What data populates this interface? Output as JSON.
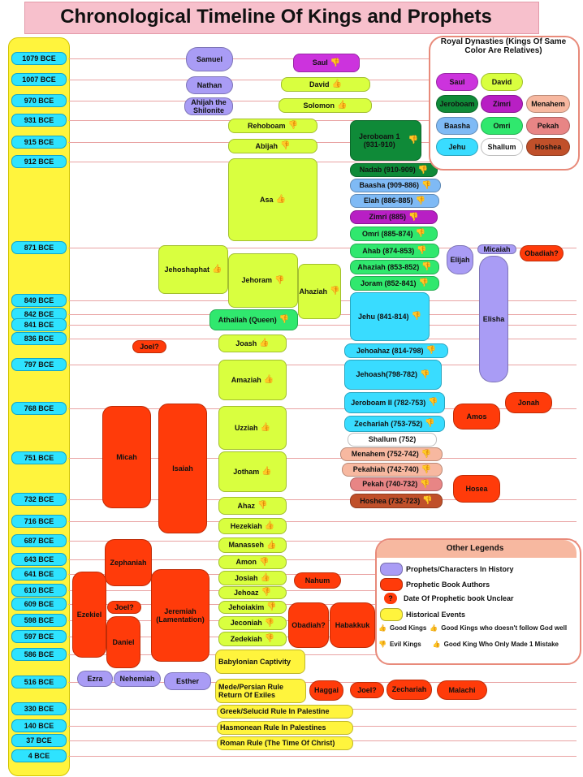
{
  "title": "Chronological Timeline Of Kings and Prophets",
  "colors": {
    "yellow_green": "#d9ff3f",
    "prophet_purple": "#a99cf5",
    "author_red": "#ff3b0a",
    "event_yellow": "#fff43d",
    "year_cyan": "#2ee3ff",
    "saul_magenta": "#cc33dd",
    "jeroboam_green": "#0f8a38",
    "zimri_purple": "#b81fc4",
    "baasha_blue": "#7fbaf5",
    "omri_green": "#30e86e",
    "jehu_cyan": "#39dcff",
    "shallum_white": "#ffffff",
    "menahem_peach": "#f7b8a0",
    "pekah_rose": "#e88585",
    "hoshea_brown": "#c0502a"
  },
  "years": [
    "1079 BCE",
    "1007 BCE",
    "970 BCE",
    "931 BCE",
    "915 BCE",
    "912 BCE",
    "871 BCE",
    "849 BCE",
    "842 BCE",
    "841 BCE",
    "836 BCE",
    "797 BCE",
    "768 BCE",
    "751 BCE",
    "732 BCE",
    "716 BCE",
    "687 BCE",
    "643 BCE",
    "641 BCE",
    "610 BCE",
    "609 BCE",
    "598 BCE",
    "597 BCE",
    "586 BCE",
    "516 BCE",
    "330 BCE",
    "140 BCE",
    "37 BCE",
    "4 BCE"
  ],
  "judah_kings": [
    "Saul",
    "David",
    "Solomon",
    "Rehoboam",
    "Abijah",
    "Asa",
    "Jehoshaphat",
    "Jehoram",
    "Ahaziah",
    "Athaliah (Queen)",
    "Joash",
    "Amaziah",
    "Uzziah",
    "Jotham",
    "Ahaz",
    "Hezekiah",
    "Manasseh",
    "Amon",
    "Josiah",
    "Jehoaz",
    "Jehoiakim",
    "Jeconiah",
    "Zedekiah"
  ],
  "israel_kings": [
    "Jeroboam 1 (931-910)",
    "Nadab (910-909)",
    "Baasha (909-886)",
    "Elah (886-885)",
    "Zimri (885)",
    "Omri (885-874)",
    "Ahab (874-853)",
    "Ahaziah (853-852)",
    "Joram (852-841)",
    "Jehu (841-814)",
    "Jehoahaz (814-798)",
    "Jehoash(798-782)",
    "Jeroboam II (782-753)",
    "Zechariah (753-752)",
    "Shallum (752)",
    "Menahem (752-742)",
    "Pekahiah (742-740)",
    "Pekah (740-732)",
    "Hoshea (732-723)"
  ],
  "prophets": {
    "samuel": "Samuel",
    "nathan": "Nathan",
    "ahijah": "Ahijah the Shilonite",
    "elijah": "Elijah",
    "micaiah": "Micaiah",
    "elisha": "Elisha"
  },
  "authors": {
    "obadiah_q1": "Obadiah?",
    "joel_q1": "Joel?",
    "jonah": "Jonah",
    "amos": "Amos",
    "hosea": "Hosea",
    "micah": "Micah",
    "isaiah": "Isaiah",
    "zephaniah": "Zephaniah",
    "nahum": "Nahum",
    "ezekiel": "Ezekiel",
    "joel_q2": "Joel?",
    "daniel": "Daniel",
    "jeremiah": "Jeremiah (Lamentation)",
    "obadiah_q2": "Obadiah?",
    "habakkuk": "Habakkuk",
    "haggai": "Haggai",
    "joel_q3": "Joel?",
    "zechariah": "Zechariah",
    "malachi": "Malachi"
  },
  "post_exile": {
    "ezra": "Ezra",
    "nehemiah": "Nehemiah",
    "esther": "Esther"
  },
  "events": [
    "Babylonian Captivity",
    "Mede/Persian Rule Return Of Exiles",
    "Greek/Selucid Rule In Palestine",
    "Hasmonean Rule In Palestines",
    "Roman Rule (The Time Of Christ)"
  ],
  "royal_legend": {
    "title": "Royal Dynasties (Kings Of Same Color Are Relatives)",
    "items": [
      "Saul",
      "David",
      "Jeroboam",
      "Zimri",
      "Menahem",
      "Baasha",
      "Omri",
      "Pekah",
      "Jehu",
      "Shallum",
      "Hoshea"
    ]
  },
  "other_legend": {
    "title": "Other Legends",
    "items": [
      "Prophets/Characters In History",
      "Prophetic Book Authors",
      "Date Of Prophetic book Unclear",
      "Historical Events"
    ],
    "q_mark": "?",
    "kings_line1": [
      "Good Kings",
      "Good Kings who doesn't follow God well"
    ],
    "kings_line2": [
      "Evil Kings",
      "Good King Who Only Made 1 Mistake"
    ]
  },
  "icons": {
    "good": "👍",
    "evil": "👎"
  }
}
